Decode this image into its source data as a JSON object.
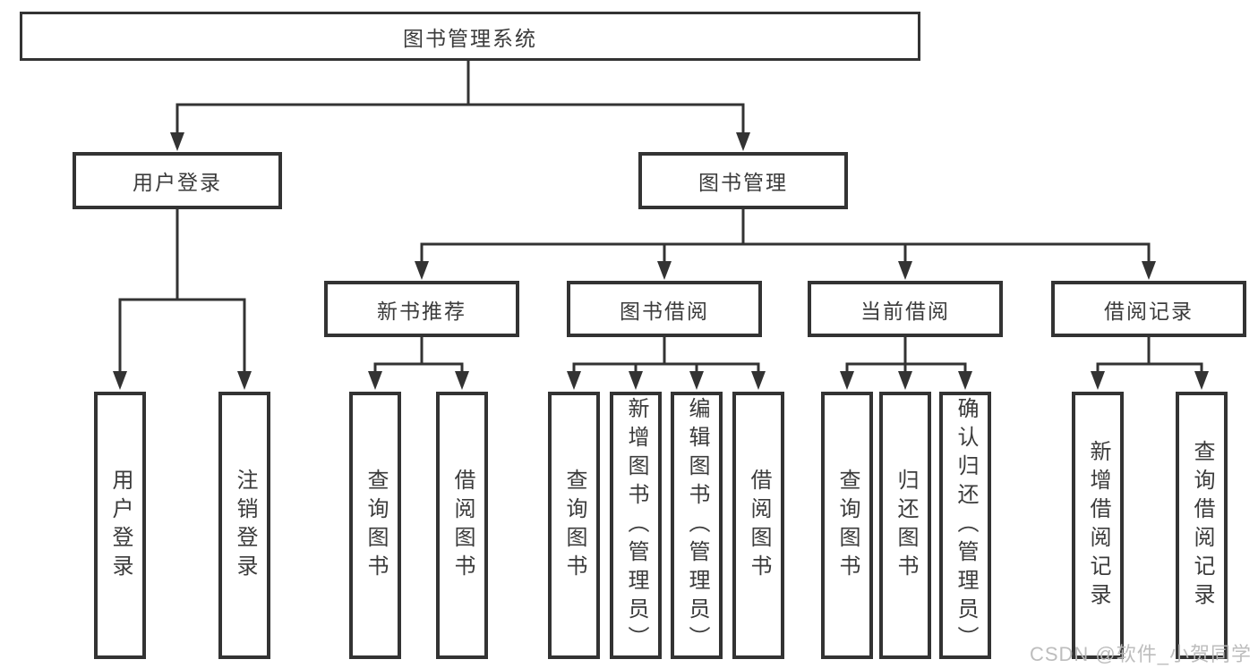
{
  "diagram_title": "图书管理系统",
  "colors": {
    "line": "#333333",
    "text": "#3b3b3b",
    "box_background": "#ffffff",
    "watermark": "#b9b9b9"
  },
  "tree": {
    "root": {
      "label": "图书管理系统"
    },
    "branches": [
      {
        "label": "用户登录",
        "children": [
          {
            "label": "用户登录"
          },
          {
            "label": "注销登录"
          }
        ]
      },
      {
        "label": "图书管理",
        "sections": [
          {
            "label": "新书推荐",
            "children": [
              {
                "label": "查询图书"
              },
              {
                "label": "借阅图书"
              }
            ]
          },
          {
            "label": "图书借阅",
            "children": [
              {
                "label": "查询图书"
              },
              {
                "label": "新增图书（管理员）"
              },
              {
                "label": "编辑图书（管理员）"
              },
              {
                "label": "借阅图书"
              }
            ]
          },
          {
            "label": "当前借阅",
            "children": [
              {
                "label": "查询图书"
              },
              {
                "label": "归还图书"
              },
              {
                "label": "确认归还（管理员）"
              }
            ]
          },
          {
            "label": "借阅记录",
            "children": [
              {
                "label": "新增借阅记录"
              },
              {
                "label": "查询借阅记录"
              }
            ]
          }
        ]
      }
    ]
  },
  "watermark": {
    "text": "CSDN @软件_小贺同学"
  }
}
